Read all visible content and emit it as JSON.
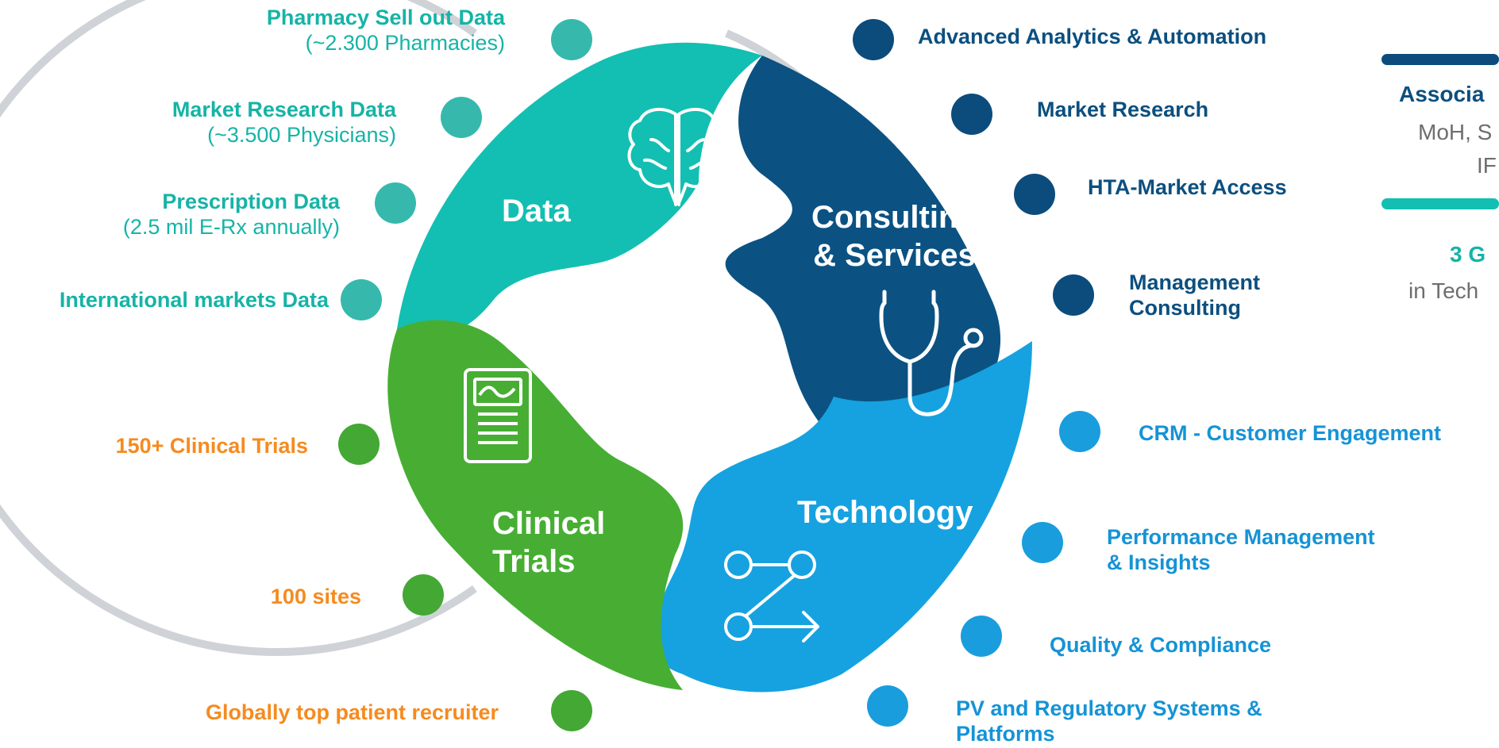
{
  "colors": {
    "data": "#13bfb2",
    "consulting": "#0b5283",
    "technology": "#16a2e0",
    "clinical": "#47ae33",
    "teal_dot": "#36b9ac",
    "navy_dot": "#0c4c7c",
    "blue_dot": "#1a9ddd",
    "green_dot": "#43a834",
    "ring": "#cfd3d7",
    "orange_text": "#f58b1f"
  },
  "segments": {
    "data": {
      "title": "Data",
      "icon": "brain-icon"
    },
    "consulting": {
      "title_line1": "Consulting",
      "title_line2": "& Services",
      "icon": "stethoscope-icon"
    },
    "technology": {
      "title": "Technology",
      "icon": "flow-arrows-icon"
    },
    "clinical": {
      "title_line1": "Clinical",
      "title_line2": "Trials",
      "icon": "monitor-device-icon"
    }
  },
  "data_items": [
    {
      "title": "Pharmacy Sell out Data",
      "sub": "(~2.300 Pharmacies)"
    },
    {
      "title": "Market Research Data",
      "sub": "(~3.500 Physicians)"
    },
    {
      "title": "Prescription Data",
      "sub": "(2.5 mil E-Rx annually)"
    },
    {
      "title": "International markets Data",
      "sub": ""
    }
  ],
  "consulting_items": [
    {
      "line1": "Advanced Analytics & Automation"
    },
    {
      "line1": "Market Research"
    },
    {
      "line1": "HTA-Market Access"
    },
    {
      "line1": "Management",
      "line2": "Consulting"
    }
  ],
  "technology_items": [
    {
      "line1": "CRM - Customer Engagement"
    },
    {
      "line1": "Performance Management",
      "line2": "& Insights"
    },
    {
      "line1": "Quality & Compliance"
    },
    {
      "line1": "PV and Regulatory Systems &",
      "line2": "Platforms"
    }
  ],
  "clinical_items": [
    {
      "title": "150+ Clinical Trials"
    },
    {
      "title": "100 sites"
    },
    {
      "title": "Globally top patient recruiter"
    }
  ],
  "side_panel": {
    "line1": "Associa",
    "line2": "MoH, S",
    "line3": "IF",
    "line4": "3 G",
    "line5": "in Tech"
  }
}
